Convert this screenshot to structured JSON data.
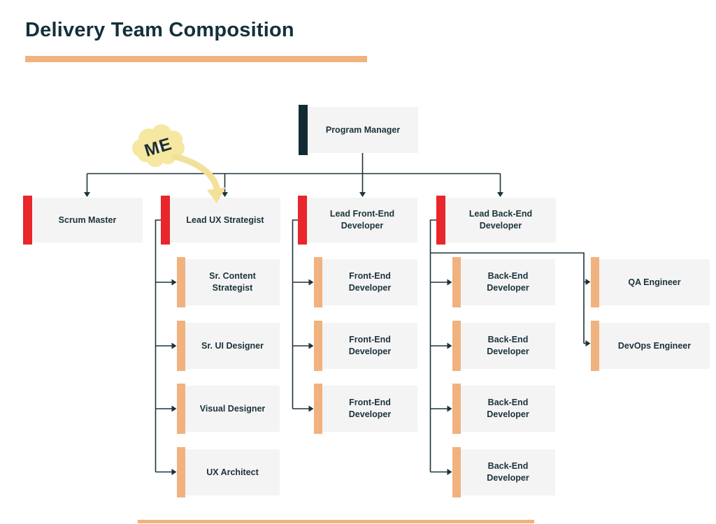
{
  "page": {
    "title": "Delivery Team Composition",
    "colors": {
      "dark": "#1d333c",
      "navy": "#132c34",
      "red": "#e8262b",
      "orange": "#f0b27e",
      "box_bg": "#f4f4f4",
      "note_yellow": "#f6e7a1",
      "note_arrow": "#f3e19a",
      "title_text": "#14303a"
    }
  },
  "annotation": {
    "label": "ME",
    "points_to": "lead-ux-strategist"
  },
  "chart_data": {
    "type": "org-chart",
    "title": "Delivery Team Composition",
    "nodes": [
      {
        "id": "program-manager",
        "label": "Program Manager",
        "level": "top",
        "parent": null,
        "col": "pm",
        "row": 0
      },
      {
        "id": "scrum-master",
        "label": "Scrum Master",
        "level": "lead",
        "parent": "program-manager",
        "col": "scrum",
        "row": 0
      },
      {
        "id": "lead-ux-strategist",
        "label": "Lead UX Strategist",
        "level": "lead",
        "parent": "program-manager",
        "col": "ux",
        "row": 0
      },
      {
        "id": "lead-front-end-developer",
        "label": "Lead Front-End Developer",
        "level": "lead",
        "parent": "program-manager",
        "col": "fe",
        "row": 0
      },
      {
        "id": "lead-back-end-developer",
        "label": "Lead Back-End Developer",
        "level": "lead",
        "parent": "program-manager",
        "col": "be",
        "row": 0
      },
      {
        "id": "sr-content-strategist",
        "label": "Sr. Content Strategist",
        "level": "member",
        "parent": "lead-ux-strategist",
        "col": "ux",
        "row": 1
      },
      {
        "id": "sr-ui-designer",
        "label": "Sr. UI Designer",
        "level": "member",
        "parent": "lead-ux-strategist",
        "col": "ux",
        "row": 2
      },
      {
        "id": "visual-designer",
        "label": "Visual Designer",
        "level": "member",
        "parent": "lead-ux-strategist",
        "col": "ux",
        "row": 3
      },
      {
        "id": "ux-architect",
        "label": "UX Architect",
        "level": "member",
        "parent": "lead-ux-strategist",
        "col": "ux",
        "row": 4
      },
      {
        "id": "front-end-developer-1",
        "label": "Front-End Developer",
        "level": "member",
        "parent": "lead-front-end-developer",
        "col": "fe",
        "row": 1
      },
      {
        "id": "front-end-developer-2",
        "label": "Front-End Developer",
        "level": "member",
        "parent": "lead-front-end-developer",
        "col": "fe",
        "row": 2
      },
      {
        "id": "front-end-developer-3",
        "label": "Front-End Developer",
        "level": "member",
        "parent": "lead-front-end-developer",
        "col": "fe",
        "row": 3
      },
      {
        "id": "back-end-developer-1",
        "label": "Back-End Developer",
        "level": "member",
        "parent": "lead-back-end-developer",
        "col": "be",
        "row": 1
      },
      {
        "id": "back-end-developer-2",
        "label": "Back-End Developer",
        "level": "member",
        "parent": "lead-back-end-developer",
        "col": "be",
        "row": 2
      },
      {
        "id": "back-end-developer-3",
        "label": "Back-End Developer",
        "level": "member",
        "parent": "lead-back-end-developer",
        "col": "be",
        "row": 3
      },
      {
        "id": "back-end-developer-4",
        "label": "Back-End Developer",
        "level": "member",
        "parent": "lead-back-end-developer",
        "col": "be",
        "row": 4
      },
      {
        "id": "qa-engineer",
        "label": "QA Engineer",
        "level": "member",
        "parent": "lead-back-end-developer",
        "col": "aux",
        "row": 1
      },
      {
        "id": "devops-engineer",
        "label": "DevOps Engineer",
        "level": "member",
        "parent": "lead-back-end-developer",
        "col": "aux",
        "row": 2
      }
    ]
  }
}
